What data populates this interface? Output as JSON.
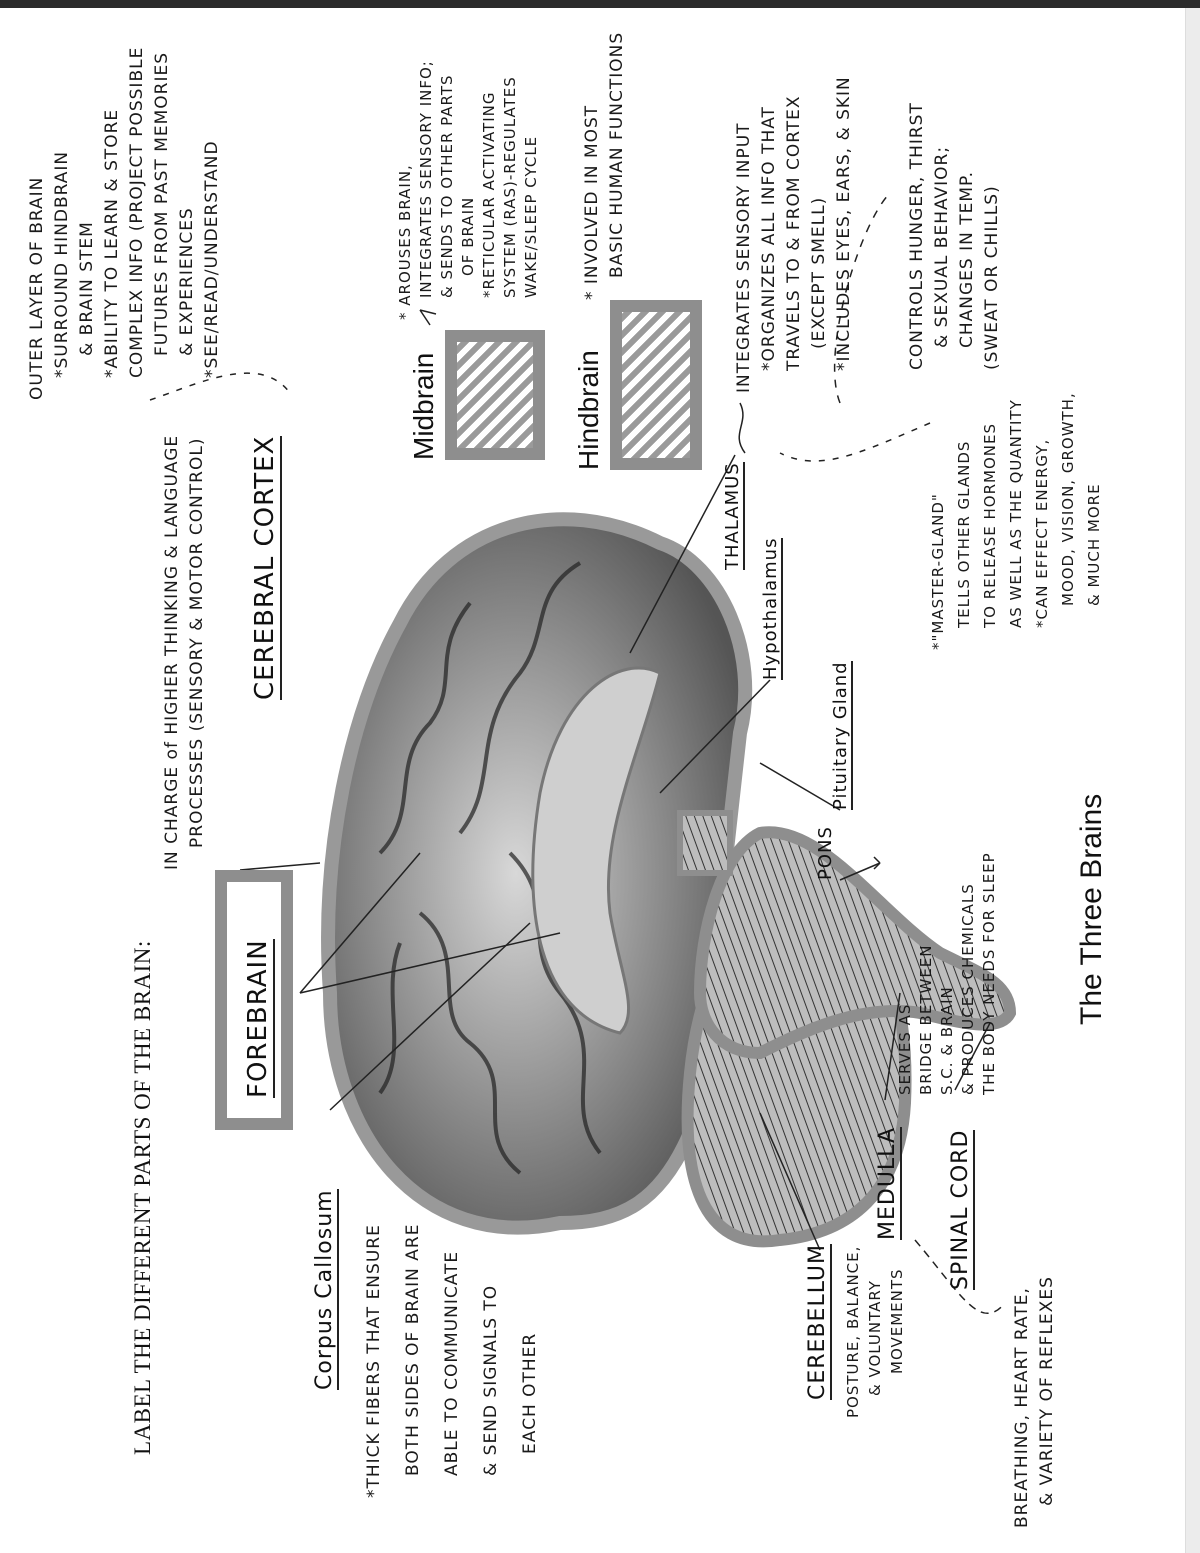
{
  "title": "LABEL THE DIFFERENT PARTS OF THE BRAIN:",
  "caption": "The Three Brains",
  "forebrain": {
    "label": "FOREBRAIN",
    "notes": [
      "IN CHARGE of HIGHER THINKING & LANGUAGE",
      "PROCESSES (SENSORY & MOTOR CONTROL)"
    ]
  },
  "cerebral_cortex": {
    "label": "CEREBRAL CORTEX",
    "notes": [
      "OUTER LAYER OF BRAIN",
      "*SURROUND HINDBRAIN",
      "& BRAIN STEM",
      "*ABILITY TO LEARN & STORE",
      "COMPLEX INFO (PROJECT POSSIBLE",
      "FUTURES FROM PAST MEMORIES",
      "& EXPERIENCES",
      "*SEE/READ/UNDERSTAND"
    ]
  },
  "midbrain": {
    "label": "Midbrain",
    "notes": [
      "* AROUSES BRAIN,",
      "INTEGRATES SENSORY INFO;",
      "& SENDS TO OTHER PARTS",
      "OF BRAIN",
      "*RETICULAR ACTIVATING",
      "SYSTEM (RAS)-REGULATES",
      "WAKE/SLEEP CYCLE"
    ]
  },
  "hindbrain": {
    "label": "Hindbrain",
    "notes": [
      "* INVOLVED IN MOST",
      "BASIC HUMAN FUNCTIONS"
    ]
  },
  "thalamus": {
    "label": "THALAMUS",
    "notes": [
      "INTEGRATES SENSORY INPUT",
      "*ORGANIZES ALL INFO THAT",
      "TRAVELS TO & FROM CORTEX",
      "(EXCEPT SMELL)",
      "*INCLUDES EYES, EARS, & SKIN"
    ]
  },
  "hypothalamus": {
    "label": "Hypothalamus",
    "notes": [
      "CONTROLS HUNGER, THIRST",
      "& SEXUAL BEHAVIOR;",
      "CHANGES IN TEMP.",
      "(SWEAT OR CHILLS)"
    ]
  },
  "pituitary": {
    "label": "Pituitary Gland",
    "notes": [
      "*\"MASTER-GLAND\"",
      "TELLS OTHER GLANDS",
      "TO RELEASE HORMONES",
      "AS WELL AS THE QUANTITY",
      "*CAN EFFECT ENERGY,",
      "MOOD, VISION, GROWTH,",
      "& MUCH MORE"
    ]
  },
  "pons": {
    "label": "PONS",
    "notes": [
      "SERVES AS",
      "BRIDGE BETWEEN",
      "S.C. & BRAIN",
      "& PRODUCES CHEMICALS",
      "THE BODY NEEDS FOR SLEEP"
    ]
  },
  "corpus_callosum": {
    "label": "Corpus Callosum",
    "notes": [
      "*THICK FIBERS THAT ENSURE",
      "BOTH SIDES OF BRAIN ARE",
      "ABLE TO COMMUNICATE",
      "& SEND SIGNALS TO",
      "EACH OTHER"
    ]
  },
  "cerebellum": {
    "label": "CEREBELLUM",
    "notes": [
      "POSTURE, BALANCE,",
      "& VOLUNTARY",
      "MOVEMENTS"
    ]
  },
  "medulla": {
    "label": "MEDULLA",
    "notes": [
      "BREATHING, HEART RATE,",
      "& VARIETY OF REFLEXES"
    ]
  },
  "spinal_cord": {
    "label": "SPINAL CORD"
  },
  "colors": {
    "highlight": "#8e8e8e",
    "ink": "#1a1a1a"
  }
}
